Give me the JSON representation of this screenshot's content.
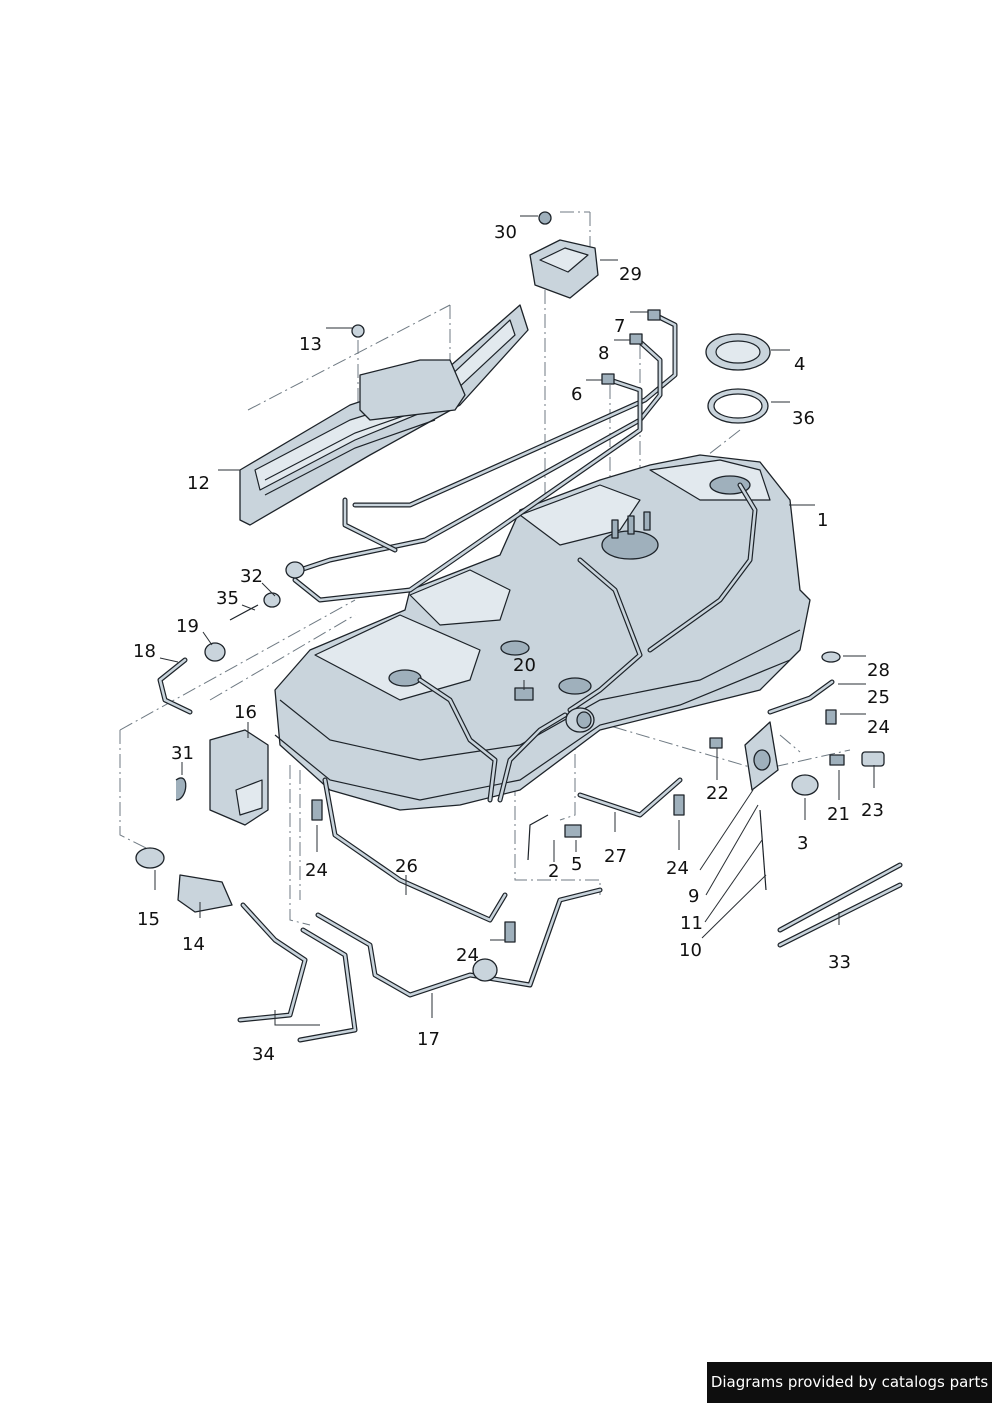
{
  "callouts": {
    "c1": "1",
    "c2": "2",
    "c3": "3",
    "c4": "4",
    "c5": "5",
    "c6": "6",
    "c7": "7",
    "c8": "8",
    "c9": "9",
    "c10": "10",
    "c11": "11",
    "c12": "12",
    "c13": "13",
    "c14": "14",
    "c15": "15",
    "c16": "16",
    "c17": "17",
    "c18": "18",
    "c19": "19",
    "c20": "20",
    "c21": "21",
    "c22": "22",
    "c23": "23",
    "c24a": "24",
    "c24b": "24",
    "c24c": "24",
    "c24d": "24",
    "c25": "25",
    "c26": "26",
    "c27": "27",
    "c28": "28",
    "c29": "29",
    "c30": "30",
    "c31": "31",
    "c32": "32",
    "c33": "33",
    "c34": "34",
    "c35": "35",
    "c36": "36"
  },
  "footer": {
    "text": "Diagrams provided by catalogs parts"
  }
}
